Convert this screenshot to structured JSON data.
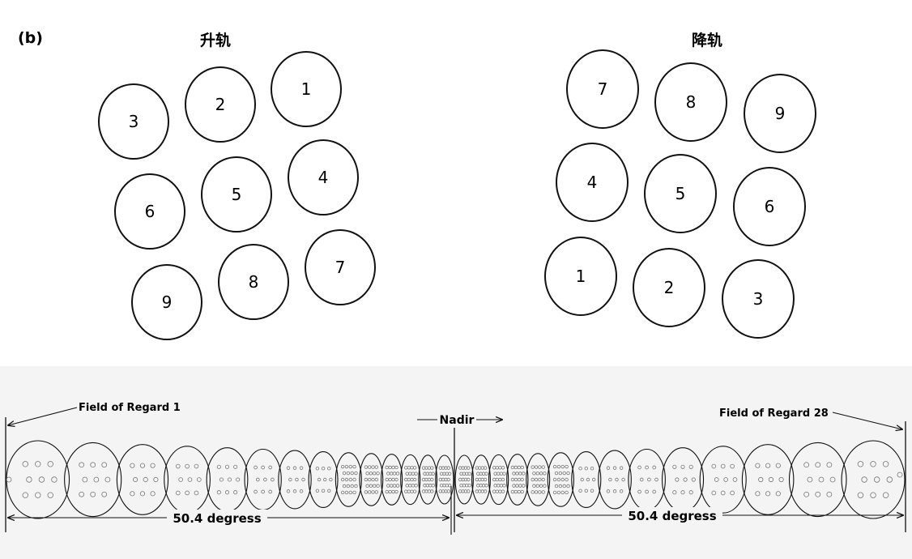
{
  "panel_label": "(b)",
  "ascending": {
    "title": "升轨",
    "circles": [
      "1",
      "2",
      "3",
      "4",
      "5",
      "6",
      "7",
      "8",
      "9"
    ]
  },
  "descending": {
    "title": "降轨",
    "circles": [
      "7",
      "8",
      "9",
      "4",
      "5",
      "6",
      "1",
      "2",
      "3"
    ]
  },
  "scan": {
    "label_for_1": "Field of Regard 1",
    "label_for_28": "Field of Regard 28",
    "nadir": "Nadir",
    "span_left": "50.4 degress",
    "span_right": "50.4 degress",
    "fields_of_regard": 28
  }
}
